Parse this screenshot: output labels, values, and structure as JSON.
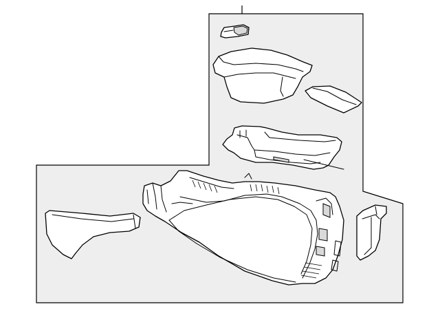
{
  "diagram": {
    "type": "exploded-parts-diagram",
    "colors": {
      "panel_fill": "#eeeeee",
      "line": "#000000",
      "part_fill": "#ffffff"
    },
    "parts": [
      {
        "id": "armrest-latch-button"
      },
      {
        "id": "armrest-lid"
      },
      {
        "id": "lid-liner-mat"
      },
      {
        "id": "storage-tray"
      },
      {
        "id": "console-body"
      },
      {
        "id": "side-trim-panel"
      },
      {
        "id": "end-cap-bracket"
      }
    ]
  }
}
